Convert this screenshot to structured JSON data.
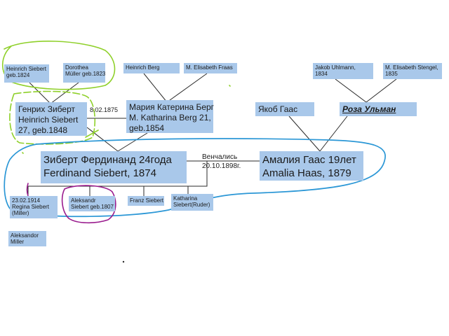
{
  "people": {
    "heinrich_siebert_1824": {
      "line1": "Heinrich Siebert",
      "line2": "geb.1824"
    },
    "dorothea_mueller": {
      "line1": "Dorothea",
      "line2": "Müller geb.1823"
    },
    "heinrich_berg": {
      "line1": "Heinrich Berg"
    },
    "elisabeth_fraas": {
      "line1": "M. Elisabeth Fraas"
    },
    "jakob_uhlmann": {
      "line1": "Jakob Uhlmann,",
      "line2": "1834"
    },
    "elisabeth_stengel": {
      "line1": "M. Elisabeth Stengel,",
      "line2": "1835"
    },
    "heinrich_siebert_1848": {
      "line1": "Генрих Зиберт",
      "line2": "Heinrich Siebert",
      "line3": "27, geb.1848"
    },
    "maria_katharina_berg": {
      "line1": "Мария Катерина Берг",
      "line2": "M. Katharina Berg 21,",
      "line3": "geb.1854"
    },
    "jakob_haas": {
      "line1": "Якоб Гаас"
    },
    "rosa_ulman": {
      "line1": "Роза Ульман"
    },
    "ferdinand_siebert": {
      "line1": "Зиберт Фердинанд 24года",
      "line2": "Ferdinand Siebert, 1874"
    },
    "amalia_haas": {
      "line1": "Амалия Гаас 19лет",
      "line2": "Amalia Haas, 1879"
    },
    "regina_siebert": {
      "line1": "23.02.1914",
      "line2": "Regina Siebert",
      "line3": "(Miller)"
    },
    "aleksandr_siebert": {
      "line1": "Aleksandr",
      "line2": "Siebert geb.1807"
    },
    "franz_siebert": {
      "line1": "Franz Siebert"
    },
    "katharina_siebert": {
      "line1": "Katharina",
      "line2": "Siebert(Ruder)"
    },
    "aleksandor_miller": {
      "line1": "Aleksandor",
      "line2": "Miller"
    }
  },
  "annotations": {
    "marriage_date_parents": "8.02.1875",
    "wedding_label": "Венчались",
    "wedding_date": "20.10.1898г."
  },
  "colors": {
    "box_fill": "#a9c8ea",
    "connector": "#2a2a2a",
    "green_marker": "#8fd02a",
    "blue_marker": "#2b97d6",
    "purple_marker": "#9a1c8e"
  }
}
